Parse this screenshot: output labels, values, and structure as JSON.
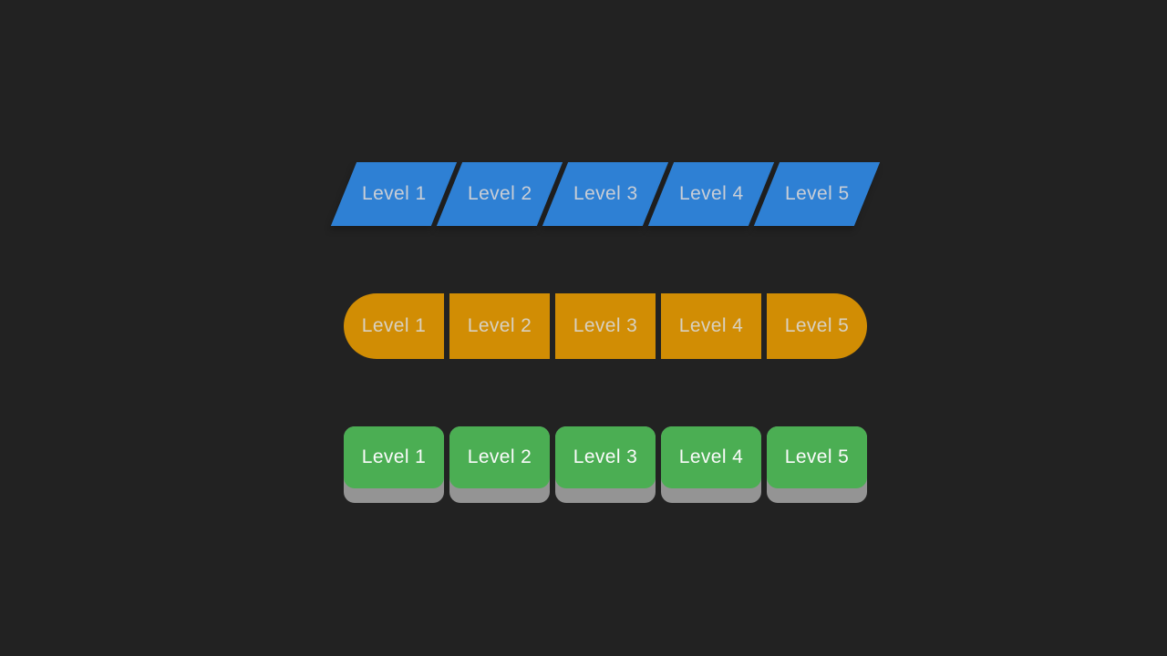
{
  "colors": {
    "bg": "#222222",
    "blue": "#2e80d4",
    "orange": "#d18d04",
    "green": "#4bae53",
    "gray-base": "#949494",
    "text-on-blue": "#c9ced6",
    "text-on-orange": "#d8d1c2",
    "text-on-green": "#fbfbfb"
  },
  "rows": [
    {
      "style": "parallelogram",
      "items": [
        {
          "label": "Level 1"
        },
        {
          "label": "Level 2"
        },
        {
          "label": "Level 3"
        },
        {
          "label": "Level 4"
        },
        {
          "label": "Level 5"
        }
      ]
    },
    {
      "style": "pill-ends",
      "items": [
        {
          "label": "Level 1"
        },
        {
          "label": "Level 2"
        },
        {
          "label": "Level 3"
        },
        {
          "label": "Level 4"
        },
        {
          "label": "Level 5"
        }
      ]
    },
    {
      "style": "keycap-3d",
      "items": [
        {
          "label": "Level 1"
        },
        {
          "label": "Level 2"
        },
        {
          "label": "Level 3"
        },
        {
          "label": "Level 4"
        },
        {
          "label": "Level 5"
        }
      ]
    }
  ]
}
